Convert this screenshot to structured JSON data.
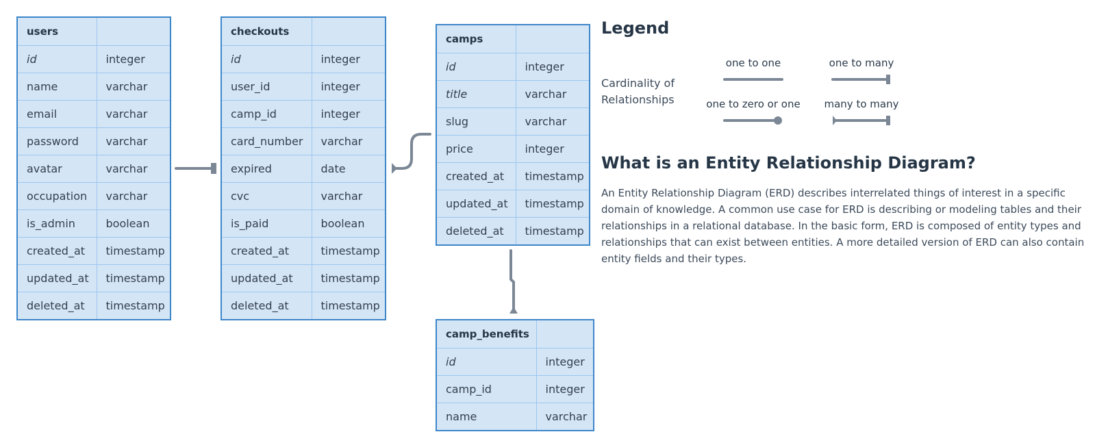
{
  "legend": {
    "title": "Legend",
    "cardinality_label": "Cardinality of Relationships",
    "items": {
      "one_to_one": "one to one",
      "one_to_many": "one to many",
      "one_to_zero_or_one": "one to zero or one",
      "many_to_many": "many to many"
    }
  },
  "about": {
    "title": "What is an Entity Relationship Diagram?",
    "description": "An Entity Relationship Diagram (ERD) describes interrelated things of interest in a specific domain of knowledge. A common use case for ERD is describing or modeling tables and their relationships in a relational database. In the basic form, ERD is composed of entity types and relationships that can exist between entities. A more detailed version of ERD can also contain entity fields and their types."
  },
  "entities": {
    "users": {
      "name": "users",
      "fields": [
        [
          "id",
          "integer"
        ],
        [
          "name",
          "varchar"
        ],
        [
          "email",
          "varchar"
        ],
        [
          "password",
          "varchar"
        ],
        [
          "avatar",
          "varchar"
        ],
        [
          "occupation",
          "varchar"
        ],
        [
          "is_admin",
          "boolean"
        ],
        [
          "created_at",
          "timestamp"
        ],
        [
          "updated_at",
          "timestamp"
        ],
        [
          "deleted_at",
          "timestamp"
        ]
      ]
    },
    "checkouts": {
      "name": "checkouts",
      "fields": [
        [
          "id",
          "integer"
        ],
        [
          "user_id",
          "integer"
        ],
        [
          "camp_id",
          "integer"
        ],
        [
          "card_number",
          "varchar"
        ],
        [
          "expired",
          "date"
        ],
        [
          "cvc",
          "varchar"
        ],
        [
          "is_paid",
          "boolean"
        ],
        [
          "created_at",
          "timestamp"
        ],
        [
          "updated_at",
          "timestamp"
        ],
        [
          "deleted_at",
          "timestamp"
        ]
      ]
    },
    "camps": {
      "name": "camps",
      "fields": [
        [
          "id",
          "integer"
        ],
        [
          "title",
          "varchar"
        ],
        [
          "slug",
          "varchar"
        ],
        [
          "price",
          "integer"
        ],
        [
          "created_at",
          "timestamp"
        ],
        [
          "updated_at",
          "timestamp"
        ],
        [
          "deleted_at",
          "timestamp"
        ]
      ]
    },
    "camp_benefits": {
      "name": "camp_benefits",
      "fields": [
        [
          "id",
          "integer"
        ],
        [
          "camp_id",
          "integer"
        ],
        [
          "name",
          "varchar"
        ]
      ]
    }
  }
}
